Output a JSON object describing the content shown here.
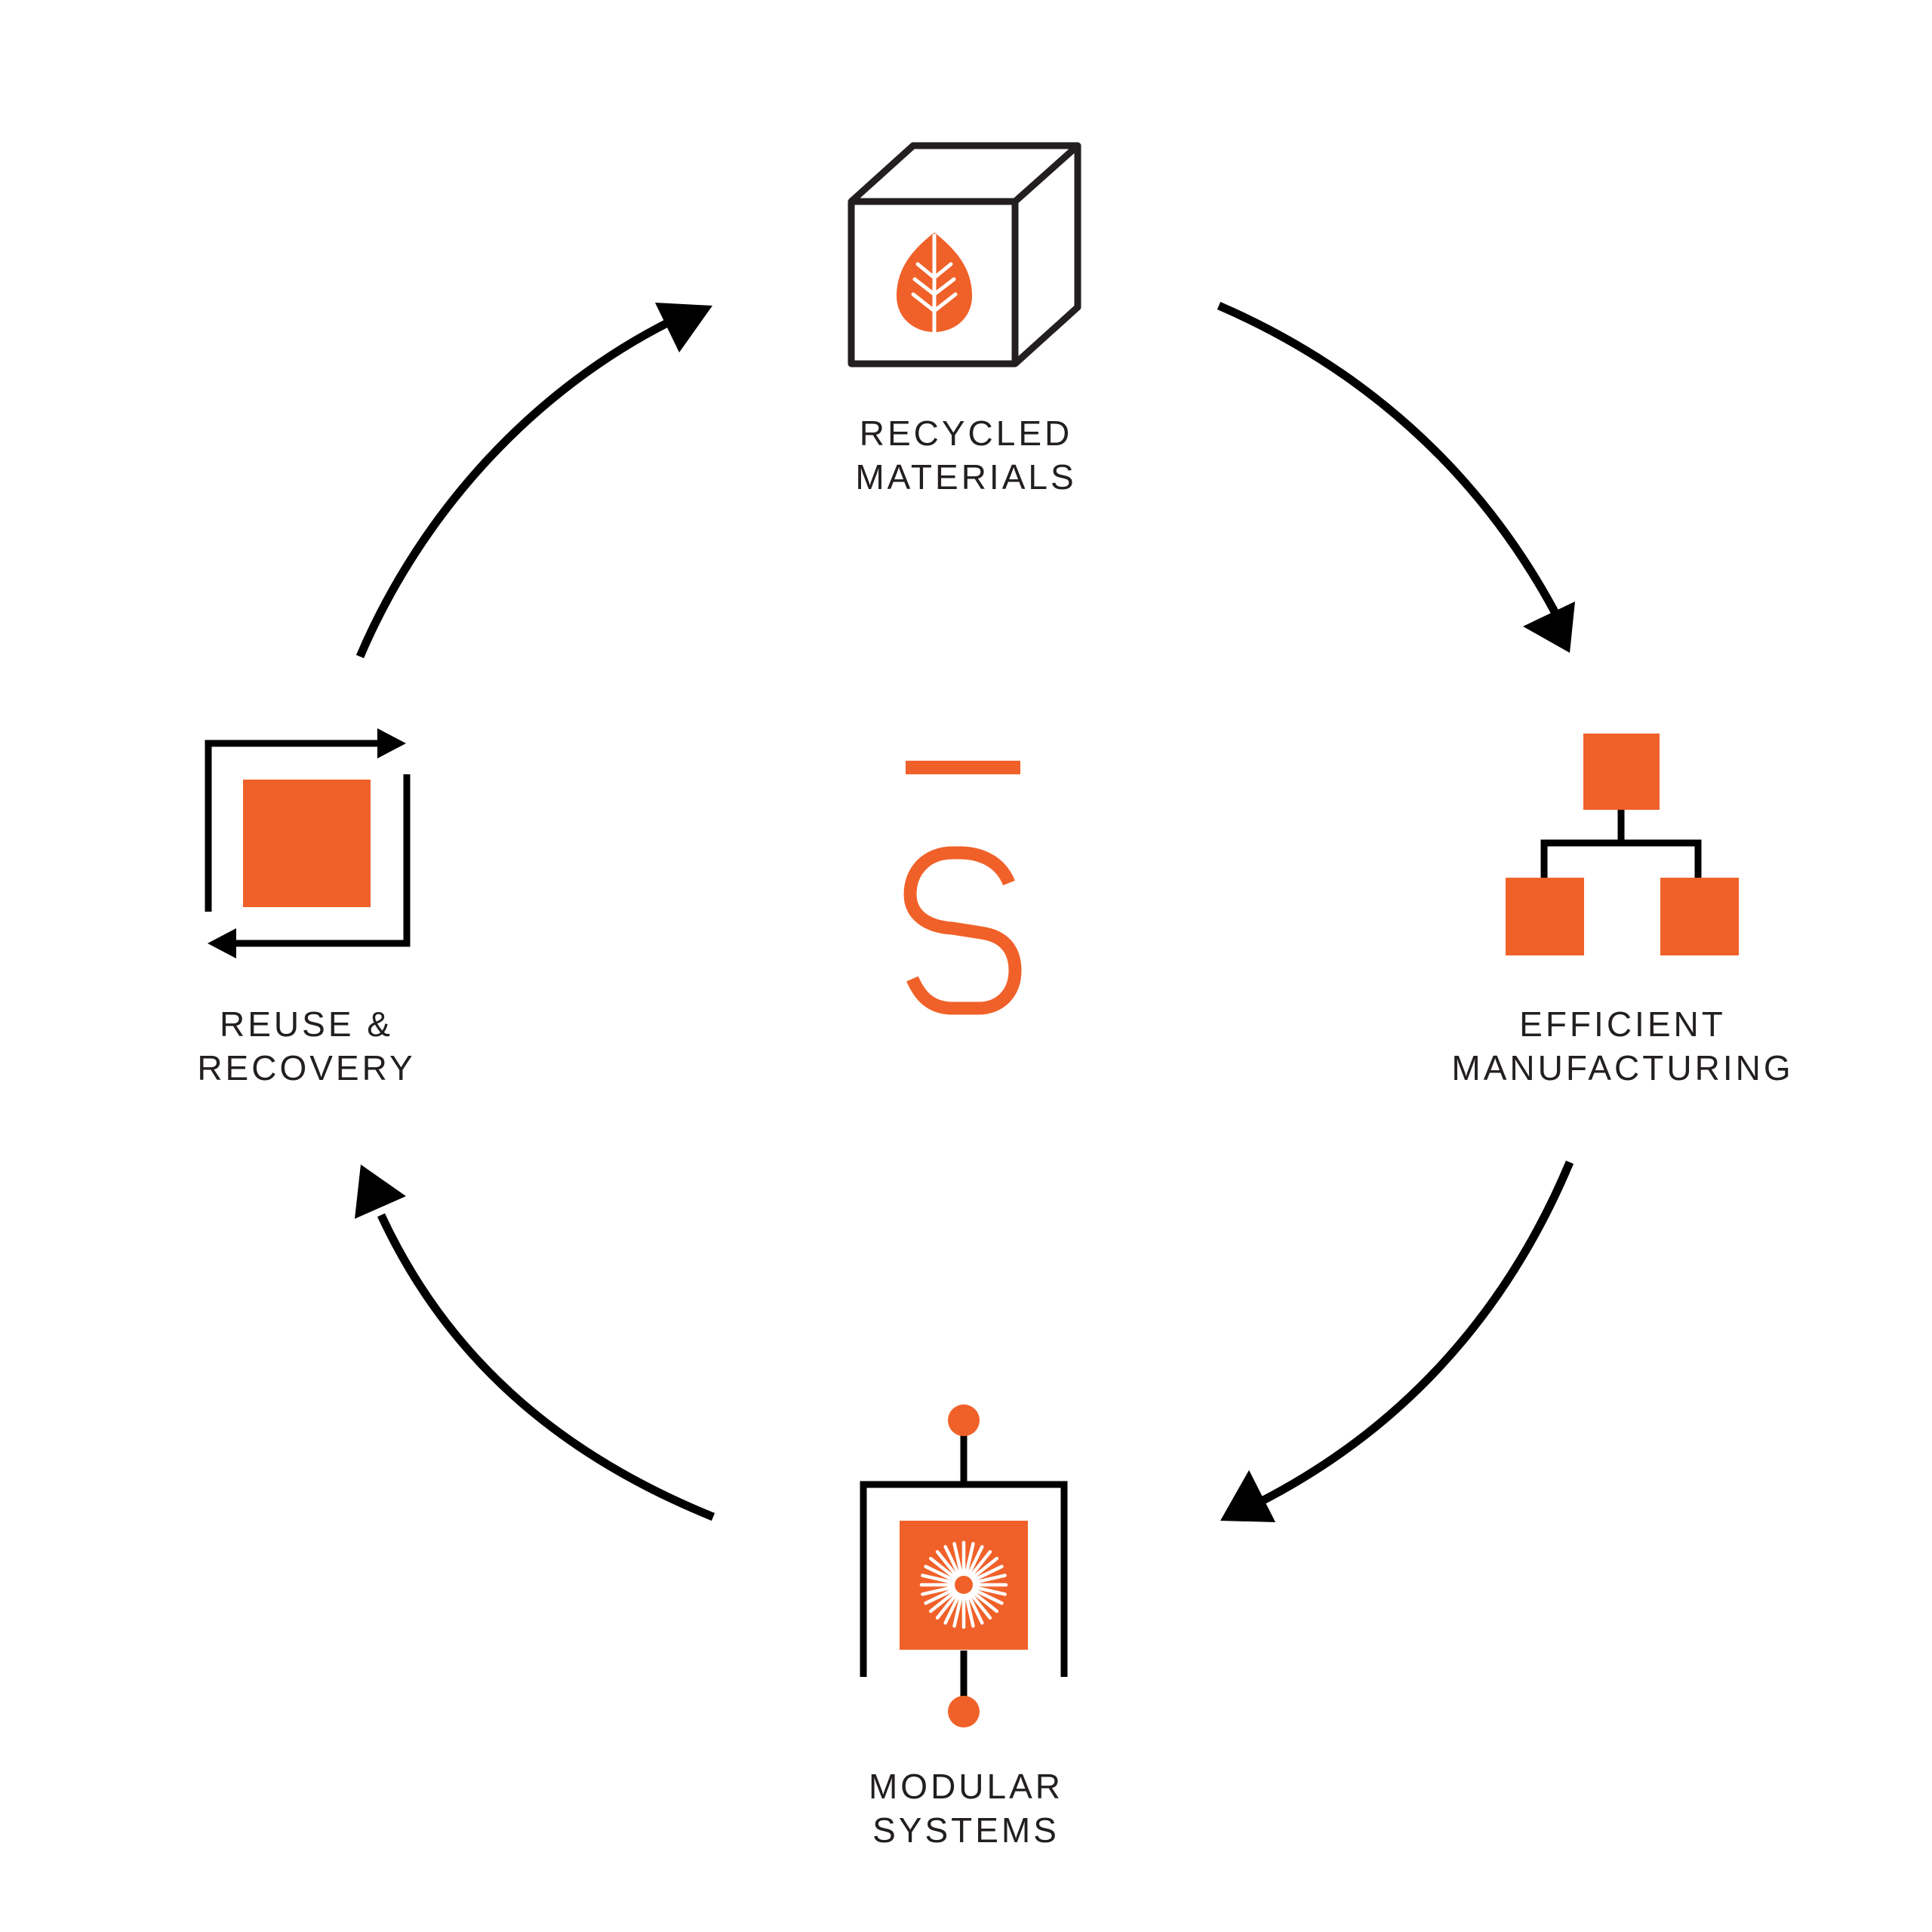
{
  "colors": {
    "accent": "#f06129",
    "ink": "#231f20",
    "background": "#ffffff"
  },
  "center_logo": {
    "letter": "S",
    "icon": "s-logo"
  },
  "stages": [
    {
      "id": "recycled-materials",
      "icon": "cube-with-leaf-icon",
      "lines": [
        "RECYCLED",
        "MATERIALS"
      ]
    },
    {
      "id": "efficient-manufacturing",
      "icon": "hierarchy-icon",
      "lines": [
        "EFFICIENT",
        "MANUFACTURING"
      ]
    },
    {
      "id": "modular-systems",
      "icon": "module-frame-icon",
      "lines": [
        "MODULAR",
        "SYSTEMS"
      ]
    },
    {
      "id": "reuse-recovery",
      "icon": "cycle-square-icon",
      "lines": [
        "REUSE &",
        "RECOVERY"
      ]
    }
  ],
  "cycle_direction": "clockwise"
}
